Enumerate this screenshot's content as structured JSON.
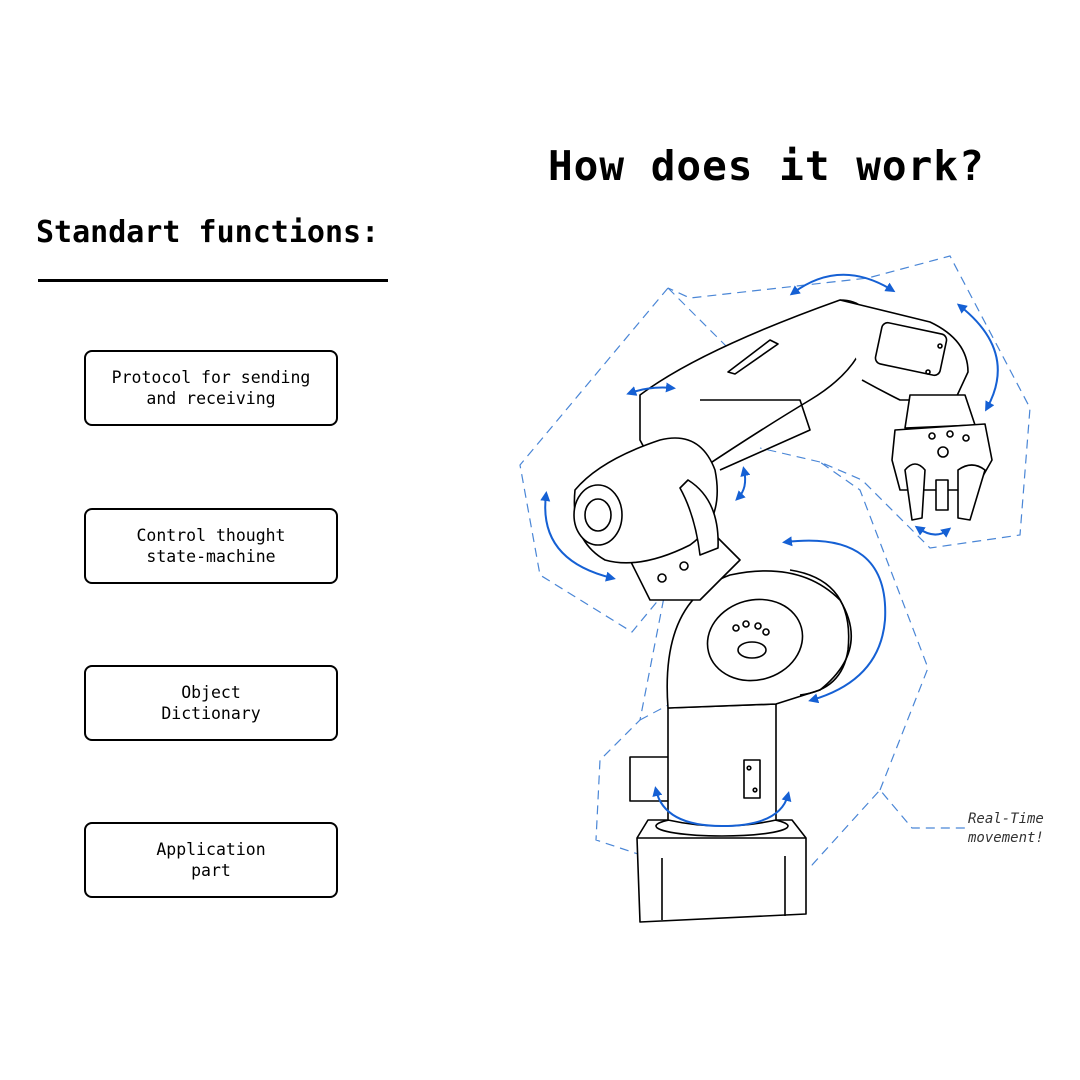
{
  "title": "How does it work?",
  "functions": {
    "heading": "Standart functions:",
    "items": [
      {
        "label": "Protocol for sending\nand receiving"
      },
      {
        "label": "Control thought\nstate-machine"
      },
      {
        "label": "Object\nDictionary"
      },
      {
        "label": "Application\npart"
      }
    ]
  },
  "annotation": "Real-Time\nmovement!",
  "colors": {
    "accent": "#1560d4",
    "dashed_outline": "#4a86d6",
    "line": "#000000"
  }
}
